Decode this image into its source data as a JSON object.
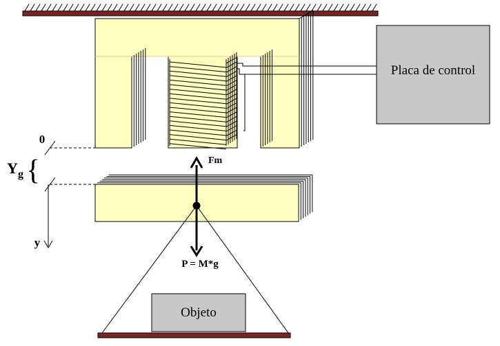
{
  "labels": {
    "control_board": "Placa de control",
    "object": "Objeto",
    "force_magnetic": "Fm",
    "weight": "P = M*g",
    "origin": "0",
    "gap_symbol": "Y",
    "gap_subscript": "g",
    "y_axis": "y"
  },
  "colors": {
    "core_fill": "#ffffc0",
    "core_stroke": "#000000",
    "board_fill": "#c8c8c8",
    "ceiling": "#7a2424"
  }
}
